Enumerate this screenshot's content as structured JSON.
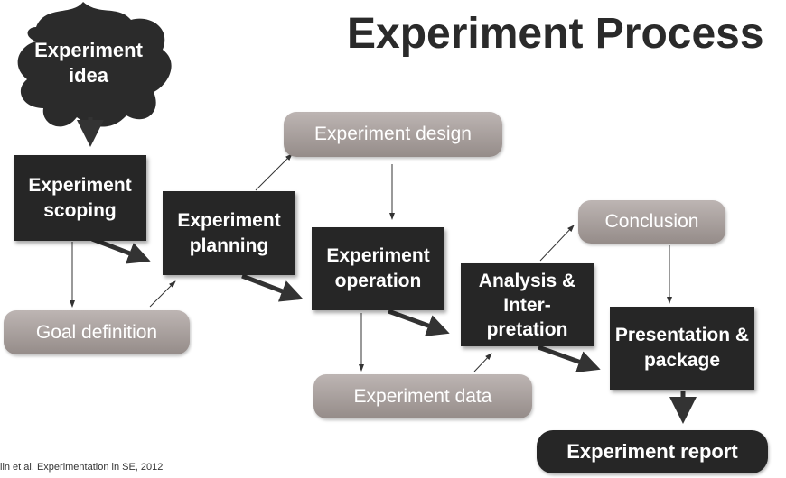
{
  "title": "Experiment Process",
  "nodes": {
    "idea": "Experiment idea",
    "scoping": "Experiment scoping",
    "goal_definition": "Goal definition",
    "planning": "Experiment planning",
    "design": "Experiment design",
    "operation": "Experiment operation",
    "data": "Experiment data",
    "analysis": "Analysis & Inter-pretation",
    "conclusion": "Conclusion",
    "presentation": "Presentation & package",
    "report": "Experiment report"
  },
  "citation": "lin et al. Experimentation in SE, 2012",
  "colors": {
    "dark_box": "#262626",
    "grey_box_top": "#bdb5b3",
    "grey_box_bottom": "#958c89",
    "title": "#2a2a2a",
    "arrow": "#333333"
  }
}
